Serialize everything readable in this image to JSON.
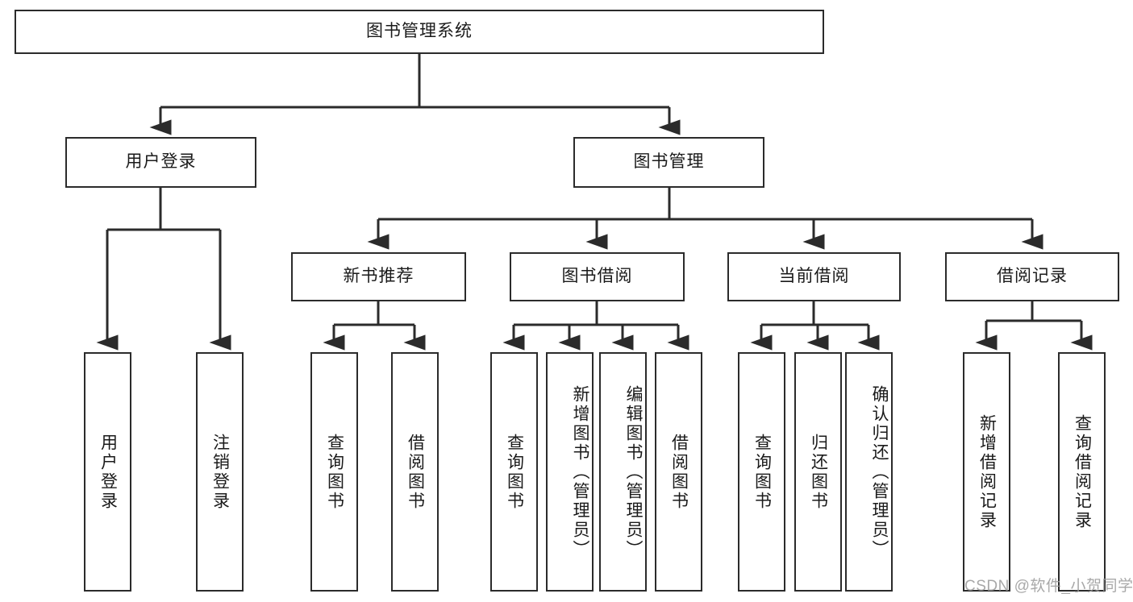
{
  "diagram": {
    "title": "图书管理系统",
    "type": "tree-hierarchy-chart",
    "root": {
      "label": "图书管理系统"
    },
    "level1": [
      {
        "label": "用户登录"
      },
      {
        "label": "图书管理"
      }
    ],
    "level2": [
      {
        "label": "新书推荐"
      },
      {
        "label": "图书借阅"
      },
      {
        "label": "当前借阅"
      },
      {
        "label": "借阅记录"
      }
    ],
    "leaves": {
      "user_login": [
        {
          "label": "用户登录"
        },
        {
          "label": "注销登录"
        }
      ],
      "new_book_recommend": [
        {
          "label": "查询图书"
        },
        {
          "label": "借阅图书"
        }
      ],
      "book_borrow": [
        {
          "label": "查询图书"
        },
        {
          "label": "新增图书（管理员）"
        },
        {
          "label": "编辑图书（管理员）"
        },
        {
          "label": "借阅图书"
        }
      ],
      "current_borrow": [
        {
          "label": "查询图书"
        },
        {
          "label": "归还图书"
        },
        {
          "label": "确认归还（管理员）"
        }
      ],
      "borrow_record": [
        {
          "label": "新增借阅记录"
        },
        {
          "label": "查询借阅记录"
        }
      ]
    },
    "watermark": "CSDN @软件_小贺同学",
    "colors": {
      "stroke": "#2b2b2b",
      "fill": "#ffffff",
      "text": "#1a1a1a",
      "watermark": "#9a9a9a"
    }
  }
}
